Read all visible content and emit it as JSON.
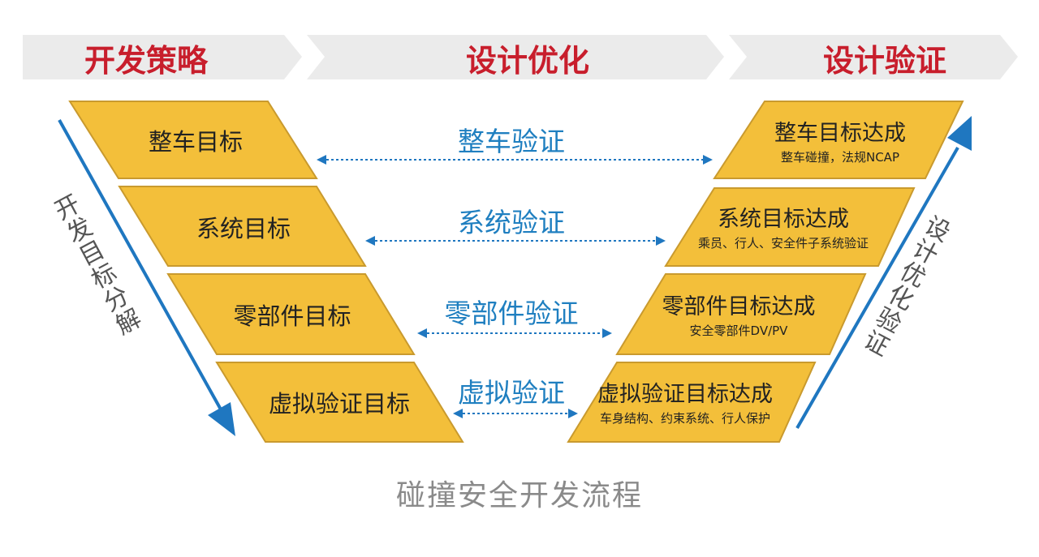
{
  "header": {
    "left": "开发策略",
    "center": "设计优化",
    "right": "设计验证"
  },
  "left_boxes": [
    "整车目标",
    "系统目标",
    "零部件目标",
    "虚拟验证目标"
  ],
  "middle_labels": [
    "整车验证",
    "系统验证",
    "零部件验证",
    "虚拟验证"
  ],
  "right_boxes": [
    {
      "title": "整车目标达成",
      "sub": "整车碰撞，法规NCAP"
    },
    {
      "title": "系统目标达成",
      "sub": "乘员、行人、安全件子系统验证"
    },
    {
      "title": "零部件目标达成",
      "sub": "安全零部件DV/PV"
    },
    {
      "title": "虚拟验证目标达成",
      "sub": "车身结构、约束系统、行人保护"
    }
  ],
  "left_arrow_label": "开发目标分解",
  "right_arrow_label": "设计优化验证",
  "footer": "碰撞安全开发流程",
  "colors": {
    "box_fill": "#f3bf3a",
    "box_border": "#c99a2e",
    "header_text": "#c81e2c",
    "arrow_blue": "#1f77c0",
    "chevron": "#ebebeb"
  }
}
